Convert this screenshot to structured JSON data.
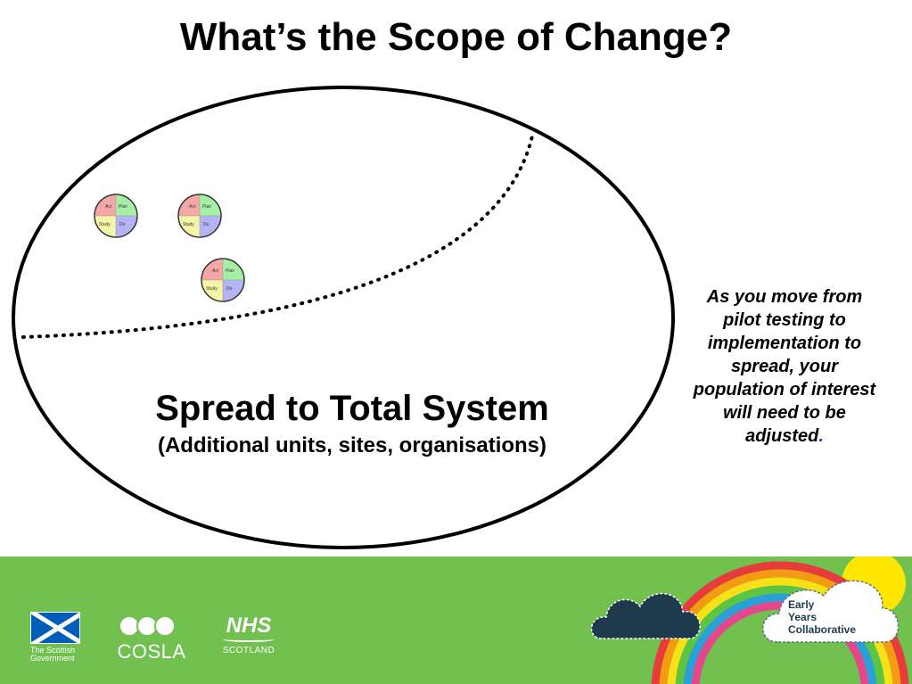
{
  "title": "What’s the Scope of Change?",
  "diagram": {
    "heading": "Spread to Total System",
    "subheading": "(Additional units, sites, organisations)",
    "pdsa_cycles": [
      {
        "act": "Act",
        "plan": "Plan",
        "study": "Study",
        "do": "Do"
      },
      {
        "act": "Act",
        "plan": "Plan",
        "study": "Study",
        "do": "Do"
      },
      {
        "act": "Act",
        "plan": "Plan",
        "study": "Study",
        "do": "Do"
      }
    ]
  },
  "side_note": {
    "text": "As you move from pilot testing to implementation to spread, your population of interest will need to be adjusted",
    "end_mark": "."
  },
  "footer": {
    "background": "#72c04f",
    "logos": {
      "scottish_government": "The Scottish Government",
      "cosla": "COSLA",
      "nhs_main": "NHS",
      "nhs_sub": "SCOTLAND",
      "early_years_line1": "Early",
      "early_years_line2": "Years",
      "early_years_line3": "Collaborative"
    }
  }
}
